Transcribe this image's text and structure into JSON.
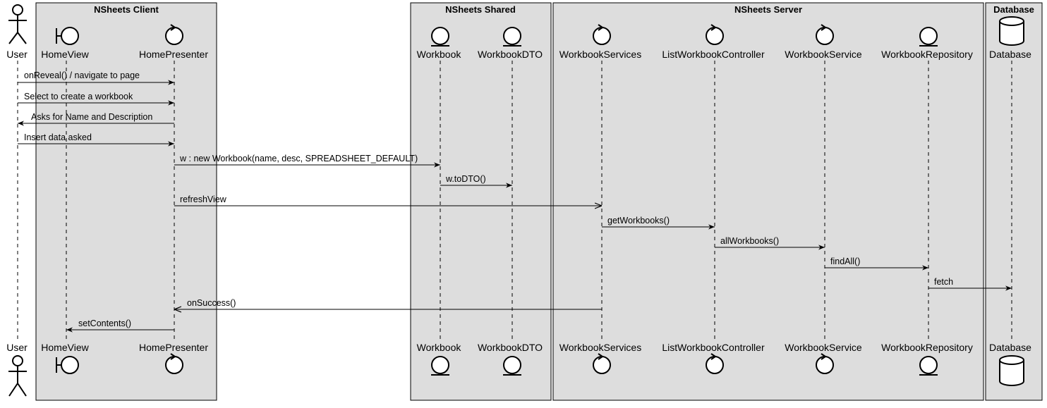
{
  "boxes": [
    {
      "key": "client",
      "title": "NSheets Client"
    },
    {
      "key": "shared",
      "title": "NSheets Shared"
    },
    {
      "key": "server",
      "title": "NSheets Server"
    },
    {
      "key": "db",
      "title": "Database"
    }
  ],
  "participants": [
    {
      "key": "user",
      "name": "User",
      "shape": "actor"
    },
    {
      "key": "homeview",
      "name": "HomeView",
      "shape": "boundary"
    },
    {
      "key": "homepresenter",
      "name": "HomePresenter",
      "shape": "control"
    },
    {
      "key": "workbook",
      "name": "Workbook",
      "shape": "entity"
    },
    {
      "key": "workbookdto",
      "name": "WorkbookDTO",
      "shape": "entity"
    },
    {
      "key": "workbookservices",
      "name": "WorkbookServices",
      "shape": "control"
    },
    {
      "key": "listworkbookcontroller",
      "name": "ListWorkbookController",
      "shape": "control"
    },
    {
      "key": "workbookservice",
      "name": "WorkbookService",
      "shape": "control"
    },
    {
      "key": "workbookrepository",
      "name": "WorkbookRepository",
      "shape": "entity"
    },
    {
      "key": "database",
      "name": "Database",
      "shape": "database"
    }
  ],
  "messages": [
    {
      "from": "user",
      "to": "homepresenter",
      "label": "onReveal() / navigate to page",
      "async": false
    },
    {
      "from": "user",
      "to": "homepresenter",
      "label": "Select to create a workbook",
      "async": false
    },
    {
      "from": "homepresenter",
      "to": "user",
      "label": "Asks for Name and Description",
      "async": false
    },
    {
      "from": "user",
      "to": "homepresenter",
      "label": "Insert data asked",
      "async": false
    },
    {
      "from": "homepresenter",
      "to": "workbook",
      "label": "w : new Workbook(name, desc, SPREADSHEET_DEFAULT)",
      "async": false
    },
    {
      "from": "workbook",
      "to": "workbookdto",
      "label": "w.toDTO()",
      "async": false
    },
    {
      "from": "homepresenter",
      "to": "workbookservices",
      "label": "refreshView",
      "async": true
    },
    {
      "from": "workbookservices",
      "to": "listworkbookcontroller",
      "label": "getWorkbooks()",
      "async": false
    },
    {
      "from": "listworkbookcontroller",
      "to": "workbookservice",
      "label": "allWorkbooks()",
      "async": false
    },
    {
      "from": "workbookservice",
      "to": "workbookrepository",
      "label": "findAll()",
      "async": false
    },
    {
      "from": "workbookrepository",
      "to": "database",
      "label": "fetch",
      "async": false
    },
    {
      "from": "workbookservices",
      "to": "homepresenter",
      "label": "onSuccess()",
      "async": true
    },
    {
      "from": "homepresenter",
      "to": "homeview",
      "label": "setContents()",
      "async": false
    }
  ]
}
